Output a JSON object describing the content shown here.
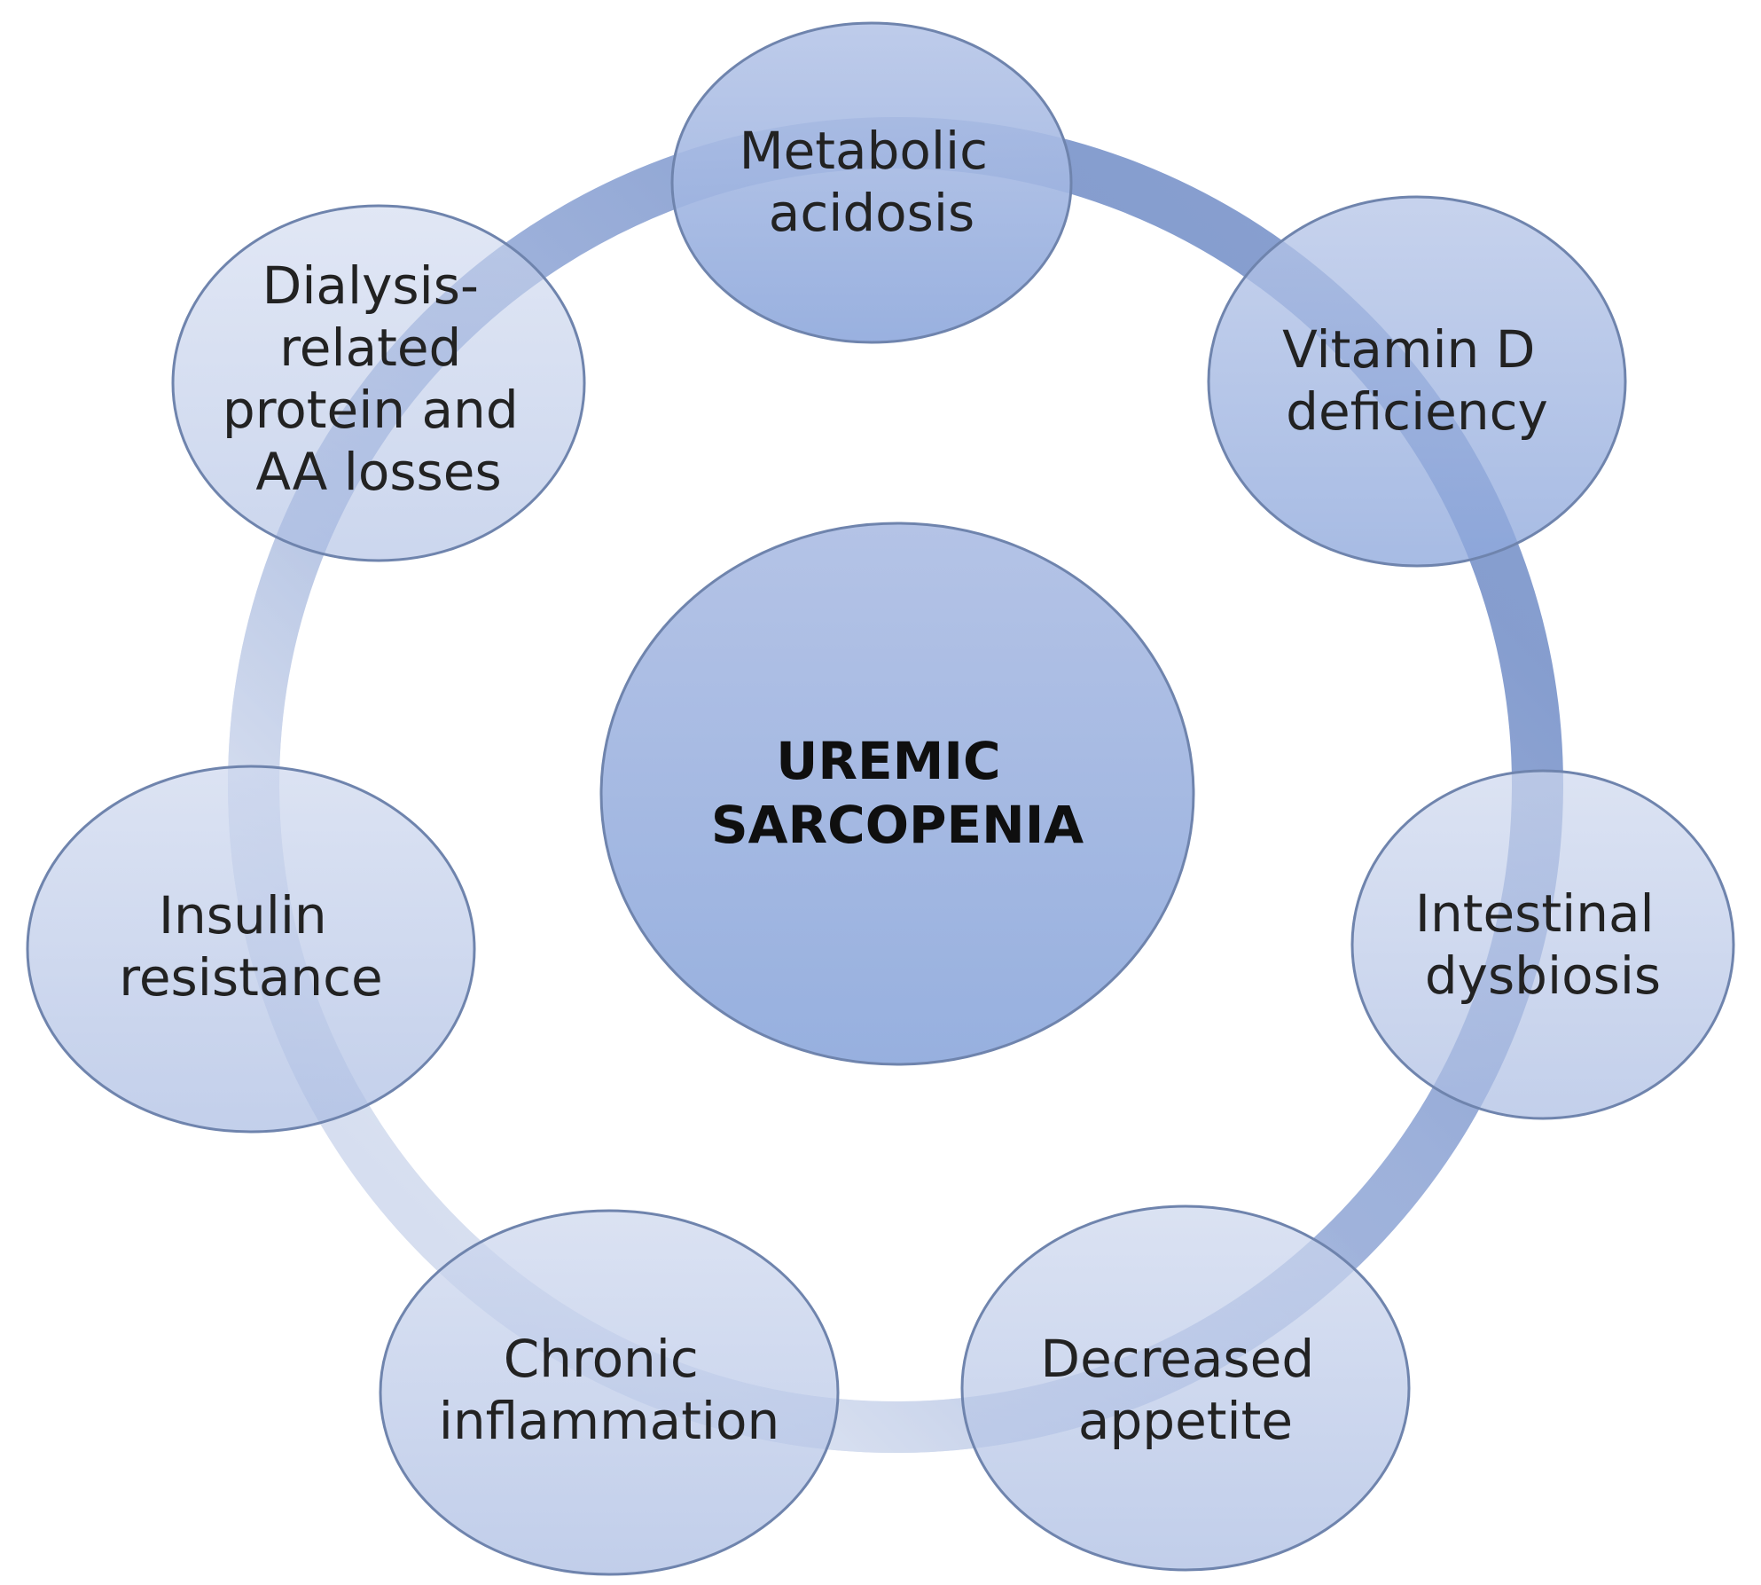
{
  "diagram": {
    "center": {
      "lines": [
        "UREMIC",
        "SARCOPENIA"
      ]
    },
    "nodes": [
      {
        "id": "metabolic-acidosis",
        "lines": [
          "Metabolic",
          "acidosis"
        ]
      },
      {
        "id": "vitamin-d-deficiency",
        "lines": [
          "Vitamin D",
          "deficiency"
        ]
      },
      {
        "id": "intestinal-dysbiosis",
        "lines": [
          "Intestinal",
          "dysbiosis"
        ]
      },
      {
        "id": "decreased-appetite",
        "lines": [
          "Decreased",
          "appetite"
        ]
      },
      {
        "id": "chronic-inflammation",
        "lines": [
          "Chronic",
          "inflammation"
        ]
      },
      {
        "id": "insulin-resistance",
        "lines": [
          "Insulin",
          "resistance"
        ]
      },
      {
        "id": "dialysis-related-losses",
        "lines": [
          "Dialysis-",
          "related",
          "protein and",
          "AA losses"
        ]
      }
    ],
    "colors": {
      "node_fill": "#8ea7d8",
      "node_stroke": "#6f84ad",
      "ring": "#8ca3d4"
    }
  }
}
